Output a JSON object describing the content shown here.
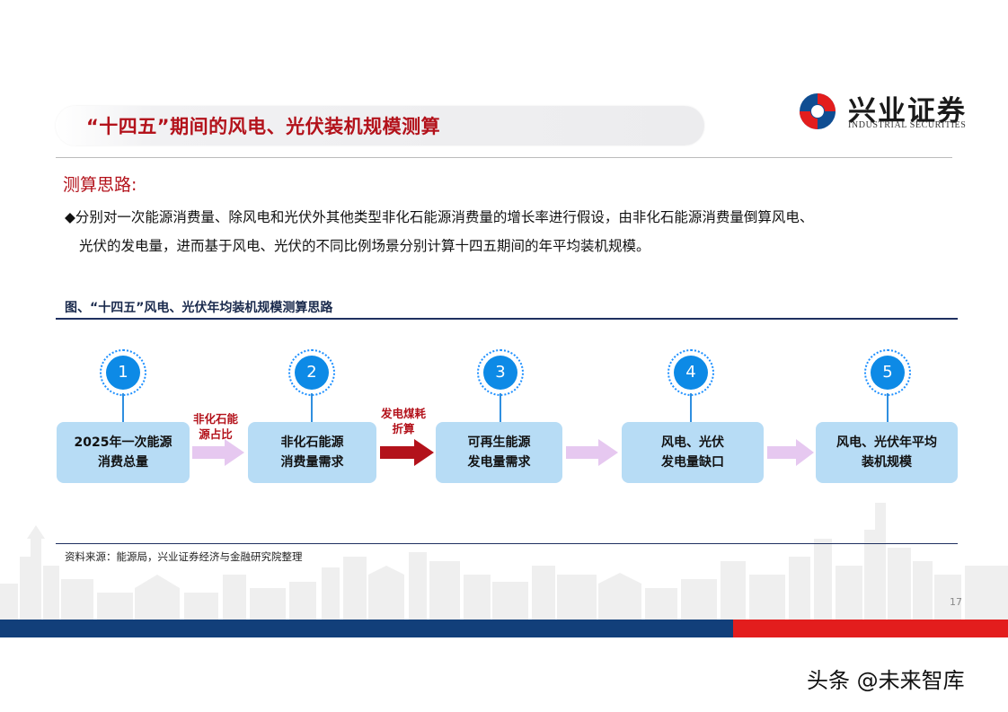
{
  "header": {
    "title": "“十四五”期间的风电、光伏装机规模测算",
    "logo_name": "兴业证券",
    "logo_en": "INDUSTRIAL SECURITIES"
  },
  "section": {
    "heading": "测算思路:",
    "line1": "◆分别对一次能源消费量、除风电和光伏外其他类型非化石能源消费量的增长率进行假设，由非化石能源消费量倒算风电、",
    "line2": "光伏的发电量，进而基于风电、光伏的不同比例场景分别计算十四五期间的年平均装机规模。"
  },
  "figure": {
    "title": "图、“十四五”风电、光伏年均装机规模测算思路",
    "steps": [
      {
        "num": "1",
        "line1": "2025年一次能源",
        "line2": "消费总量"
      },
      {
        "num": "2",
        "line1": "非化石能源",
        "line2": "消费量需求"
      },
      {
        "num": "3",
        "line1": "可再生能源",
        "line2": "发电量需求"
      },
      {
        "num": "4",
        "line1": "风电、光伏",
        "line2": "发电量缺口"
      },
      {
        "num": "5",
        "line1": "风电、光伏年平均",
        "line2": "装机规模"
      }
    ],
    "arrow1_label": {
      "line1": "非化石能",
      "line2": "源占比"
    },
    "arrow2_label": {
      "line1": "发电煤耗",
      "line2": "折算"
    },
    "source": "资料来源：能源局，兴业证券经济与金融研究院整理"
  },
  "footer": {
    "page_number": "17",
    "watermark": "头条 @未来智库"
  },
  "colors": {
    "brand_red": "#b3121b",
    "box_blue": "#b7dcf5",
    "circle_blue": "#0d8ae6",
    "navy": "#123f7a",
    "footer_red": "#e31d1d"
  }
}
